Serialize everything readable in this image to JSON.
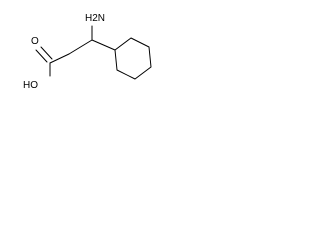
{
  "structure": {
    "labels": {
      "amine": "H2N",
      "hydroxyl": "HO",
      "carbonyl_oxygen": "O"
    }
  },
  "colors": {
    "bond": "#000000",
    "text": "#000000",
    "background": "#ffffff"
  }
}
